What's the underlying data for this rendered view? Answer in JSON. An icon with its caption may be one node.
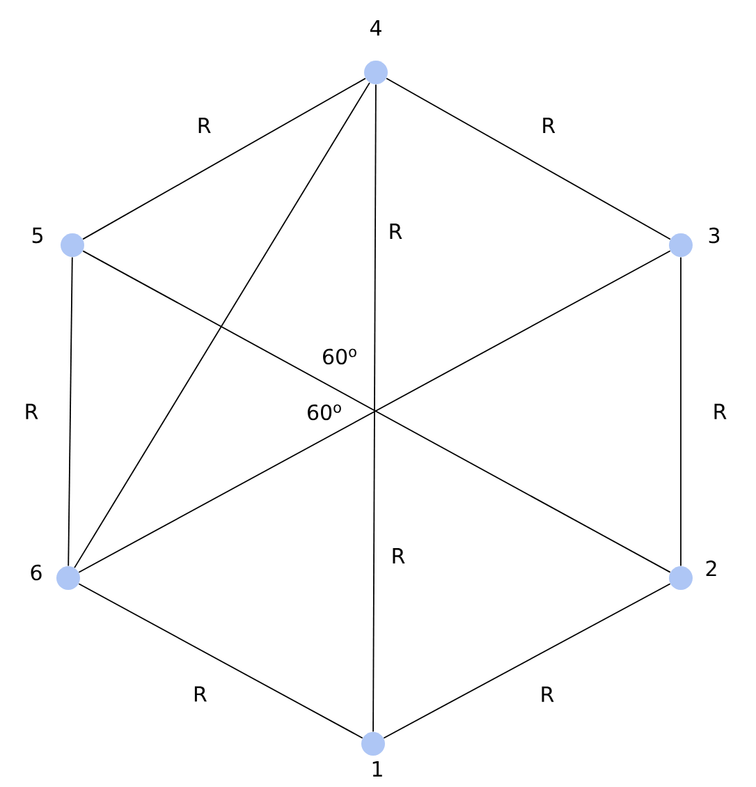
{
  "diagram": {
    "nodes": [
      {
        "text": [],
        "shape": "circle",
        "beside": [
          "1"
        ]
      },
      {
        "text": [],
        "shape": "circle",
        "beside": [
          "2"
        ]
      },
      {
        "text": [],
        "shape": "circle",
        "beside": [
          "3"
        ]
      },
      {
        "text": [],
        "shape": "circle",
        "beside": [
          "4"
        ]
      },
      {
        "text": [],
        "shape": "circle",
        "beside": [
          "5"
        ]
      },
      {
        "text": [],
        "shape": "circle",
        "beside": [
          "6"
        ]
      }
    ],
    "edges": [
      {
        "from": 3,
        "to": 2,
        "arrow": "none",
        "label": "R"
      },
      {
        "from": 2,
        "to": 1,
        "arrow": "none",
        "label": "R"
      },
      {
        "from": 1,
        "to": 0,
        "arrow": "none",
        "label": "R"
      },
      {
        "from": 0,
        "to": 5,
        "arrow": "none",
        "label": "R"
      },
      {
        "from": 5,
        "to": 4,
        "arrow": "none",
        "label": "R"
      },
      {
        "from": 4,
        "to": 3,
        "arrow": "none",
        "label": "R"
      },
      {
        "from": 3,
        "to": 0,
        "arrow": "none"
      },
      {
        "from": 4,
        "to": 1,
        "arrow": "none"
      },
      {
        "from": 2,
        "to": 5,
        "arrow": "none"
      },
      {
        "from": 3,
        "to": 5,
        "arrow": "none"
      }
    ],
    "labels": [
      "R",
      "60$^{o}$",
      "60$^{o}$",
      "R"
    ]
  }
}
